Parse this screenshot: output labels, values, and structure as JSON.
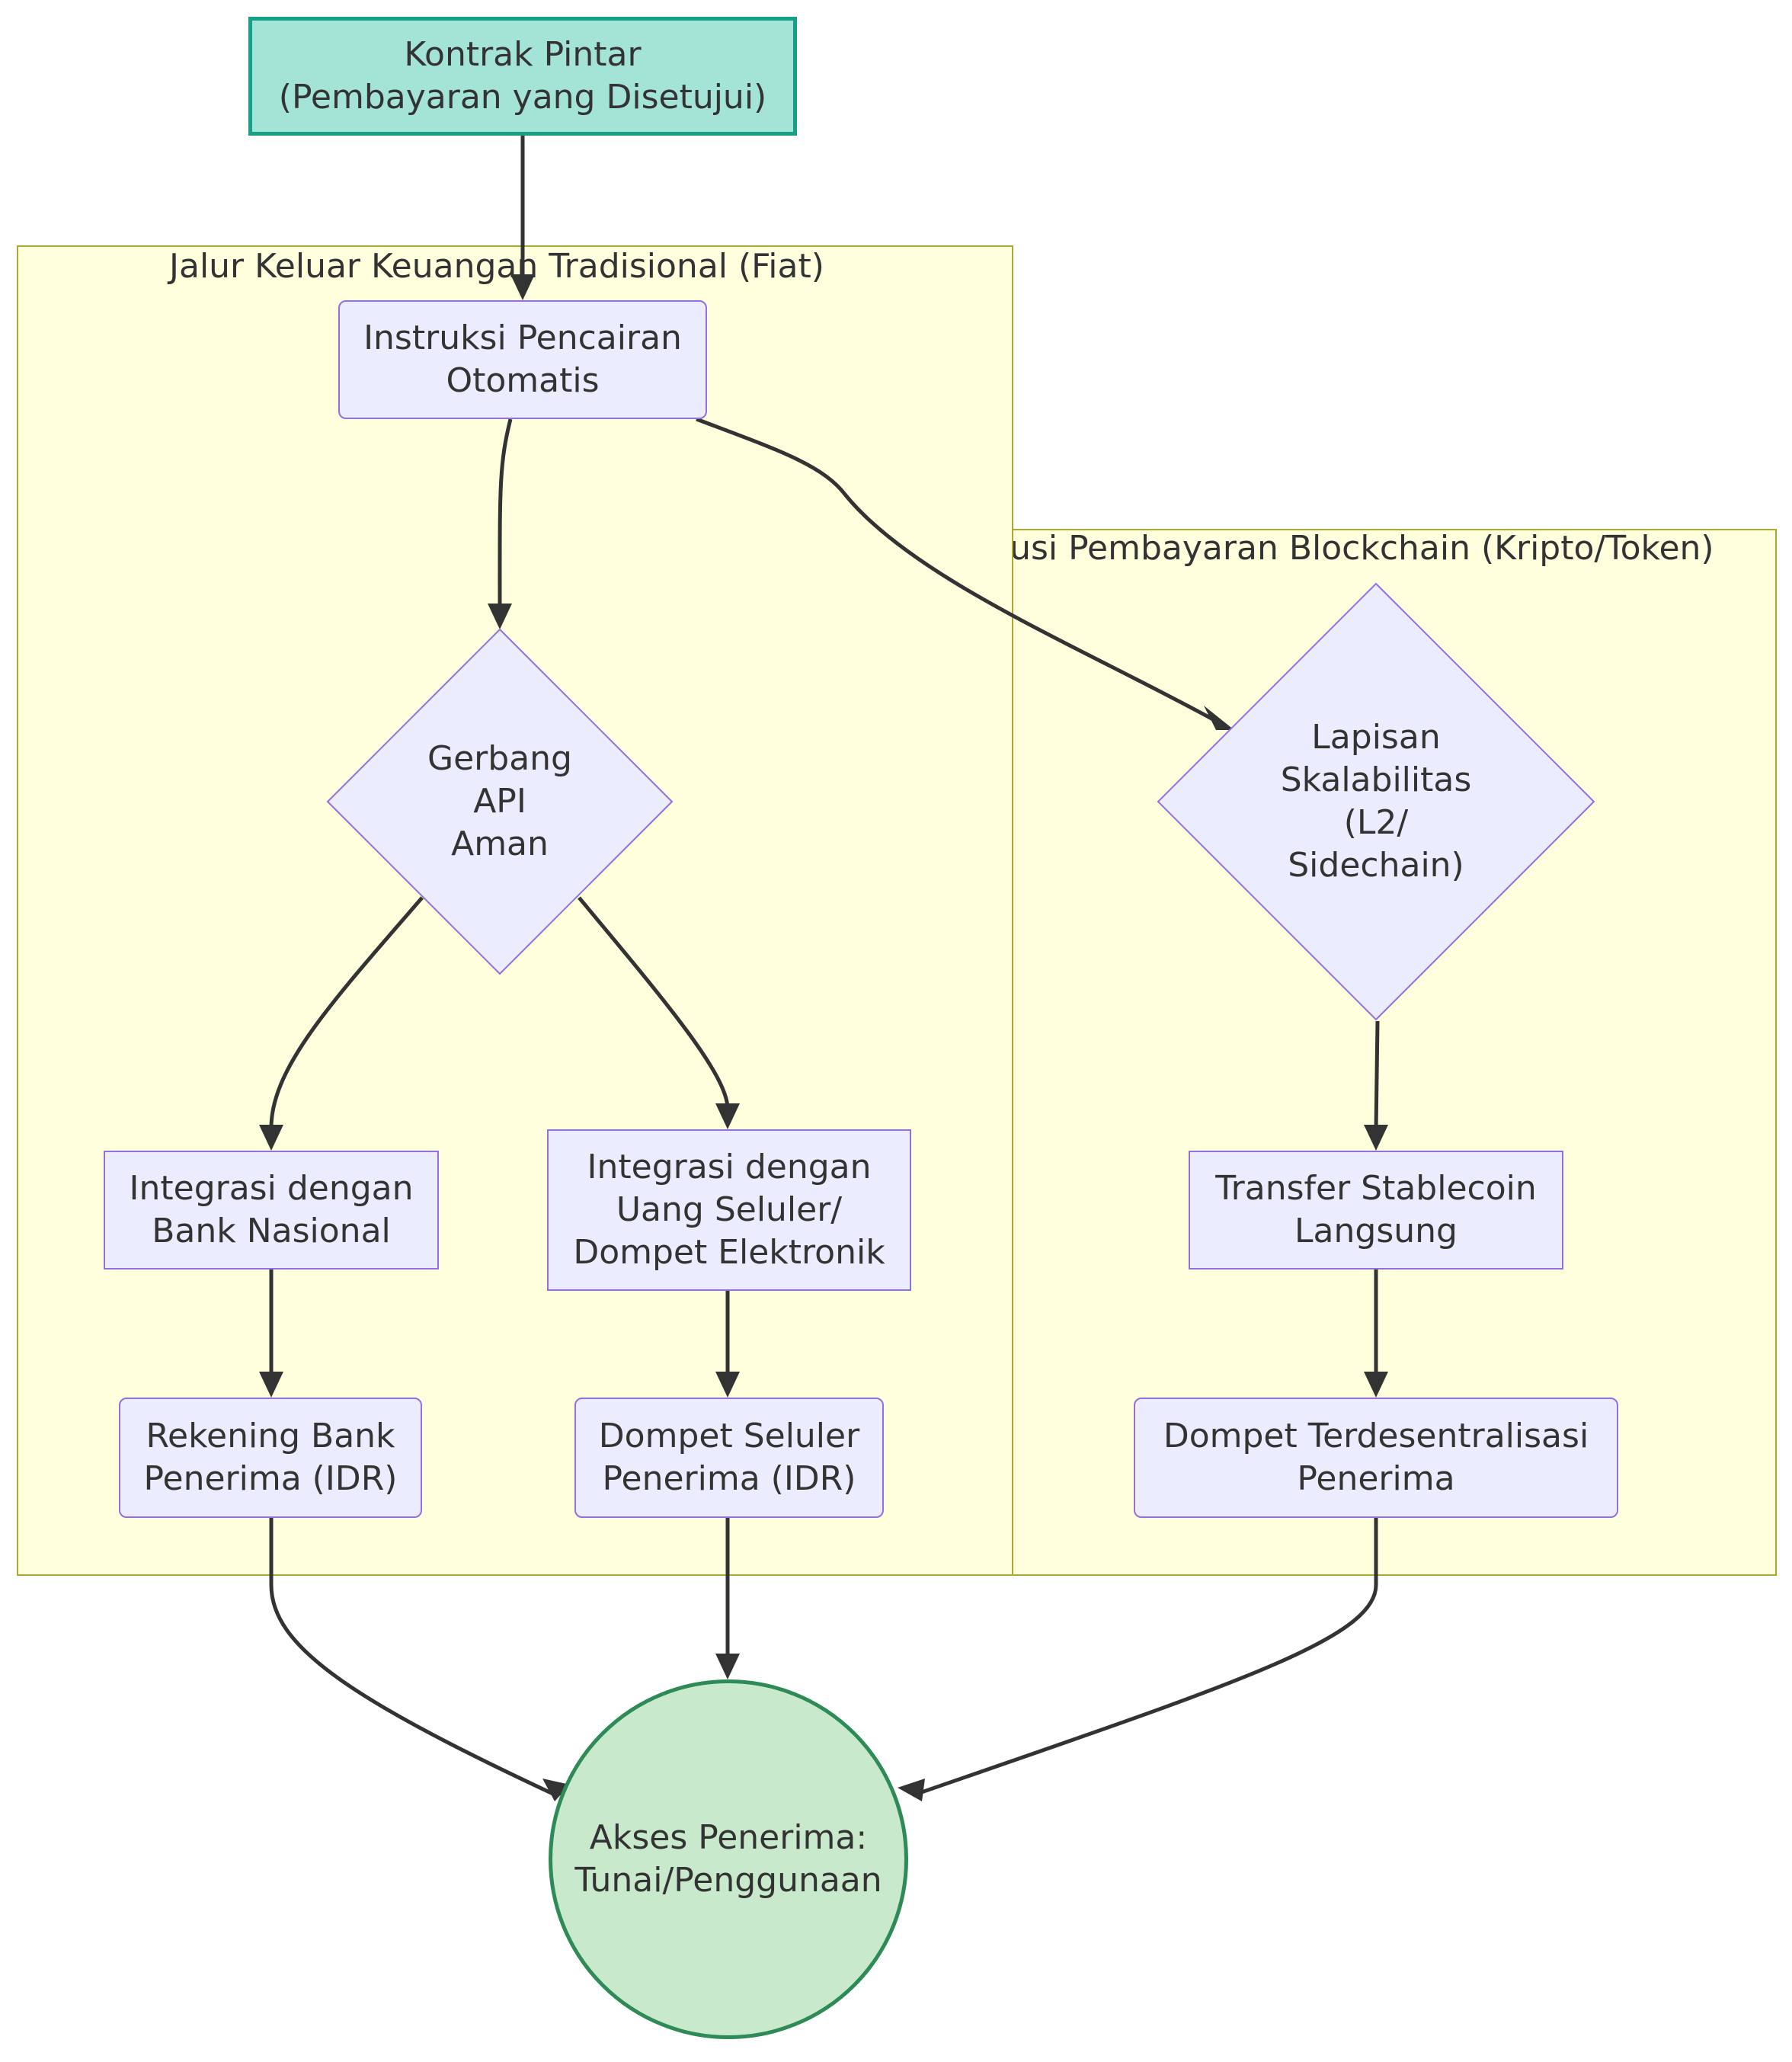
{
  "diagram": {
    "clusters": {
      "fiat": {
        "label": "Jalur Keluar Keuangan Tradisional (Fiat)"
      },
      "blockchain": {
        "label": "Solusi Pembayaran Blockchain (Kripto/Token)"
      }
    },
    "nodes": {
      "start": {
        "label": "Kontrak Pintar\n(Pembayaran yang Disetujui)"
      },
      "instruksi": {
        "label": "Instruksi Pencairan\nOtomatis"
      },
      "gerbang": {
        "label": "Gerbang\nAPI\nAman"
      },
      "bank_integrasi": {
        "label": "Integrasi dengan\nBank Nasional"
      },
      "mobile_integrasi": {
        "label": "Integrasi dengan\nUang Seluler/\nDompet Elektronik"
      },
      "rekening": {
        "label": "Rekening Bank\nPenerima (IDR)"
      },
      "dompet_seluler": {
        "label": "Dompet Seluler\nPenerima (IDR)"
      },
      "lapisan": {
        "label": "Lapisan\nSkalabilitas\n(L2/\nSidechain)"
      },
      "stablecoin": {
        "label": "Transfer Stablecoin\nLangsung"
      },
      "dompet_desentral": {
        "label": "Dompet Terdesentralisasi\nPenerima"
      },
      "akses": {
        "label": "Akses Penerima:\nTunai/Penggunaan"
      }
    },
    "colors": {
      "cluster_fill": "#ffffde",
      "cluster_stroke": "#aaaa33",
      "node_fill": "#ececff",
      "node_stroke": "#9370db",
      "start_fill": "#a3e4d7",
      "start_stroke": "#16a085",
      "end_fill": "#c8e9cb",
      "end_stroke": "#2e8b57",
      "edge": "#333333",
      "text": "#333333"
    }
  }
}
